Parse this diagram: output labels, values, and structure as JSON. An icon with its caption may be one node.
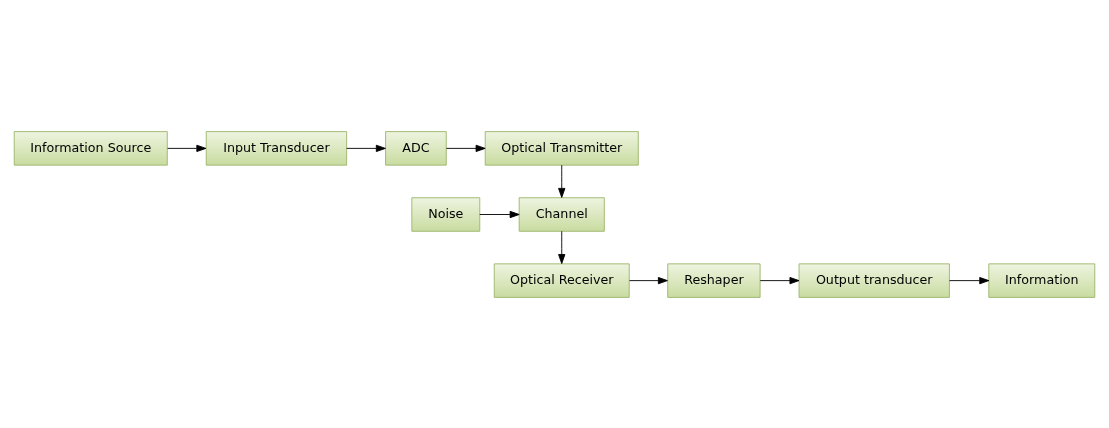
{
  "diagram": {
    "nodes": [
      {
        "text": [
          "Information Source"
        ]
      },
      {
        "text": [
          "Input Transducer"
        ]
      },
      {
        "text": [
          "ADC"
        ]
      },
      {
        "text": [
          "Optical Transmitter"
        ]
      },
      {
        "text": [
          "Noise"
        ]
      },
      {
        "text": [
          "Channel"
        ]
      },
      {
        "text": [
          "Optical Receiver"
        ]
      },
      {
        "text": [
          "Reshaper"
        ]
      },
      {
        "text": [
          "Output transducer"
        ]
      },
      {
        "text": [
          "Information"
        ]
      }
    ],
    "edges": [
      {
        "from": 0,
        "to": 1,
        "arrow": "to"
      },
      {
        "from": 1,
        "to": 2,
        "arrow": "to"
      },
      {
        "from": 2,
        "to": 3,
        "arrow": "to"
      },
      {
        "from": 3,
        "to": 5,
        "arrow": "to"
      },
      {
        "from": 4,
        "to": 5,
        "arrow": "to"
      },
      {
        "from": 5,
        "to": 6,
        "arrow": "to"
      },
      {
        "from": 6,
        "to": 7,
        "arrow": "to"
      },
      {
        "from": 7,
        "to": 8,
        "arrow": "to"
      },
      {
        "from": 8,
        "to": 9,
        "arrow": "to"
      }
    ]
  }
}
